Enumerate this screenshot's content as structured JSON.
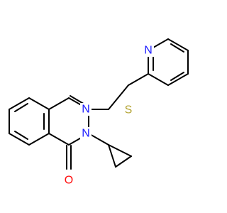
{
  "molecule": {
    "colors": {
      "bond": "#000000",
      "N": "#1c1cff",
      "S": "#b2a22f",
      "O": "#ff0d0d"
    },
    "atom_labels": {
      "n_pyridine": "N",
      "s_thioether": "S",
      "n1_quinazoline": "N",
      "n3_quinazoline": "N",
      "o_carbonyl": "O"
    }
  }
}
